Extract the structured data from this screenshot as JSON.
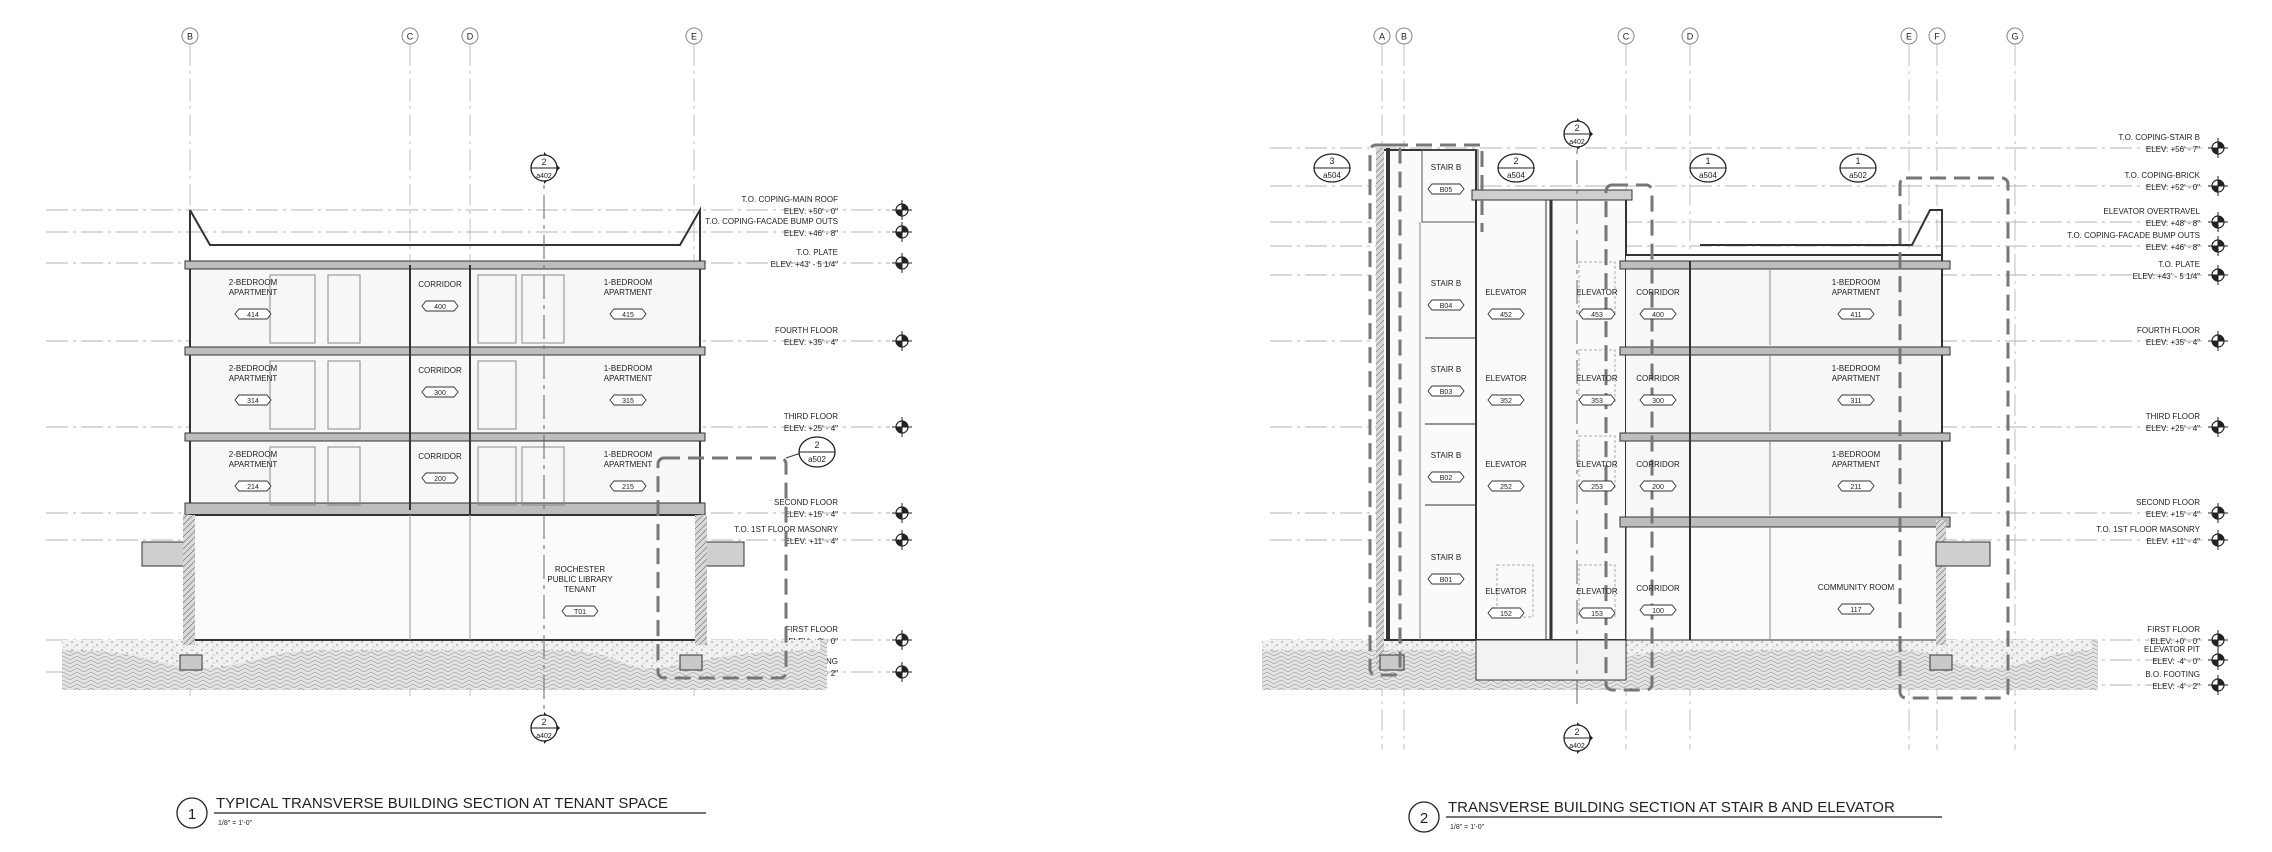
{
  "section1": {
    "title": "TYPICAL TRANSVERSE BUILDING SECTION AT TENANT SPACE",
    "number": "1",
    "scale": "1/8\" = 1'-0\"",
    "grids": [
      "B",
      "C",
      "D",
      "E"
    ],
    "cut_tag": {
      "num": "2",
      "sheet": "a402"
    },
    "detail_tag": {
      "num": "2",
      "sheet": "a502"
    },
    "rooms": [
      {
        "name": [
          "2-BEDROOM",
          "APARTMENT"
        ],
        "tag": "414"
      },
      {
        "name": [
          "CORRIDOR"
        ],
        "tag": "400"
      },
      {
        "name": [
          "1-BEDROOM",
          "APARTMENT"
        ],
        "tag": "415"
      },
      {
        "name": [
          "2-BEDROOM",
          "APARTMENT"
        ],
        "tag": "314"
      },
      {
        "name": [
          "CORRIDOR"
        ],
        "tag": "300"
      },
      {
        "name": [
          "1-BEDROOM",
          "APARTMENT"
        ],
        "tag": "315"
      },
      {
        "name": [
          "2-BEDROOM",
          "APARTMENT"
        ],
        "tag": "214"
      },
      {
        "name": [
          "CORRIDOR"
        ],
        "tag": "200"
      },
      {
        "name": [
          "1-BEDROOM",
          "APARTMENT"
        ],
        "tag": "215"
      },
      {
        "name": [
          "ROCHESTER",
          "PUBLIC LIBRARY",
          "TENANT"
        ],
        "tag": "T01"
      }
    ],
    "levels": [
      {
        "name": "T.O. COPING-MAIN ROOF",
        "elev": "ELEV: +50' - 0\""
      },
      {
        "name": "T.O. COPING-FACADE BUMP OUTS",
        "elev": "ELEV: +46' - 8\""
      },
      {
        "name": "T.O. PLATE",
        "elev": "ELEV: +43' - 5 1/4\""
      },
      {
        "name": "FOURTH FLOOR",
        "elev": "ELEV: +35' - 4\""
      },
      {
        "name": "THIRD FLOOR",
        "elev": "ELEV: +25' - 4\""
      },
      {
        "name": "SECOND FLOOR",
        "elev": "ELEV: +15' - 4\""
      },
      {
        "name": "T.O. 1ST FLOOR MASONRY",
        "elev": "ELEV: +11' - 4\""
      },
      {
        "name": "FIRST FLOOR",
        "elev": "ELEV: +0' - 0\""
      },
      {
        "name": "B.O. FOOTING",
        "elev": "ELEV: -4' - 2\""
      }
    ]
  },
  "section2": {
    "title": "TRANSVERSE BUILDING SECTION AT STAIR B AND ELEVATOR",
    "number": "2",
    "scale": "1/8\" = 1'-0\"",
    "grids": [
      "A",
      "B",
      "C",
      "D",
      "E",
      "F",
      "G"
    ],
    "cut_tag": {
      "num": "2",
      "sheet": "a402"
    },
    "detail_tags": [
      {
        "num": "3",
        "sheet": "a504"
      },
      {
        "num": "2",
        "sheet": "a504"
      },
      {
        "num": "1",
        "sheet": "a504"
      },
      {
        "num": "1",
        "sheet": "a502"
      }
    ],
    "rooms": [
      {
        "name": [
          "STAIR B"
        ],
        "tag": "B05"
      },
      {
        "name": [
          "STAIR B"
        ],
        "tag": "B04"
      },
      {
        "name": [
          "STAIR B"
        ],
        "tag": "B03"
      },
      {
        "name": [
          "STAIR B"
        ],
        "tag": "B02"
      },
      {
        "name": [
          "STAIR B"
        ],
        "tag": "B01"
      },
      {
        "name": [
          "ELEVATOR"
        ],
        "tag": "452"
      },
      {
        "name": [
          "ELEVATOR"
        ],
        "tag": "352"
      },
      {
        "name": [
          "ELEVATOR"
        ],
        "tag": "252"
      },
      {
        "name": [
          "ELEVATOR"
        ],
        "tag": "152"
      },
      {
        "name": [
          "ELEVATOR"
        ],
        "tag": "453"
      },
      {
        "name": [
          "ELEVATOR"
        ],
        "tag": "353"
      },
      {
        "name": [
          "ELEVATOR"
        ],
        "tag": "253"
      },
      {
        "name": [
          "ELEVATOR"
        ],
        "tag": "153"
      },
      {
        "name": [
          "CORRIDOR"
        ],
        "tag": "400"
      },
      {
        "name": [
          "CORRIDOR"
        ],
        "tag": "300"
      },
      {
        "name": [
          "CORRIDOR"
        ],
        "tag": "200"
      },
      {
        "name": [
          "CORRIDOR"
        ],
        "tag": "100"
      },
      {
        "name": [
          "1-BEDROOM",
          "APARTMENT"
        ],
        "tag": "411"
      },
      {
        "name": [
          "1-BEDROOM",
          "APARTMENT"
        ],
        "tag": "311"
      },
      {
        "name": [
          "1-BEDROOM",
          "APARTMENT"
        ],
        "tag": "211"
      },
      {
        "name": [
          "COMMUNITY ROOM"
        ],
        "tag": "117"
      }
    ],
    "levels": [
      {
        "name": "T.O. COPING-STAIR B",
        "elev": "ELEV: +56' - 7\""
      },
      {
        "name": "T.O. COPING-BRICK",
        "elev": "ELEV: +52' - 0\""
      },
      {
        "name": "ELEVATOR OVERTRAVEL",
        "elev": "ELEV: +48' - 8\""
      },
      {
        "name": "T.O. COPING-FACADE BUMP OUTS",
        "elev": "ELEV: +46' - 8\""
      },
      {
        "name": "T.O. PLATE",
        "elev": "ELEV: +43' - 5 1/4\""
      },
      {
        "name": "FOURTH FLOOR",
        "elev": "ELEV: +35' - 4\""
      },
      {
        "name": "THIRD FLOOR",
        "elev": "ELEV: +25' - 4\""
      },
      {
        "name": "SECOND FLOOR",
        "elev": "ELEV: +15' - 4\""
      },
      {
        "name": "T.O. 1ST FLOOR MASONRY",
        "elev": "ELEV: +11' - 4\""
      },
      {
        "name": "FIRST FLOOR",
        "elev": "ELEV: +0' - 0\""
      },
      {
        "name": "ELEVATOR PIT",
        "elev": "ELEV: -4' - 0\""
      },
      {
        "name": "B.O. FOOTING",
        "elev": "ELEV: -4' - 2\""
      }
    ]
  }
}
